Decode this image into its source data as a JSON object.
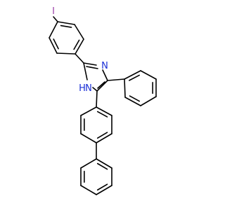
{
  "structure": {
    "atom_labels": {
      "iodine": "I",
      "imine_nitrogen": "N",
      "amine_nitrogen": "N",
      "amine_hydrogen": "H"
    },
    "colors": {
      "bond": "#000000",
      "iodine": "#9a3fa8",
      "nitrogen": "#1a2fd6",
      "background": "#ffffff"
    }
  }
}
